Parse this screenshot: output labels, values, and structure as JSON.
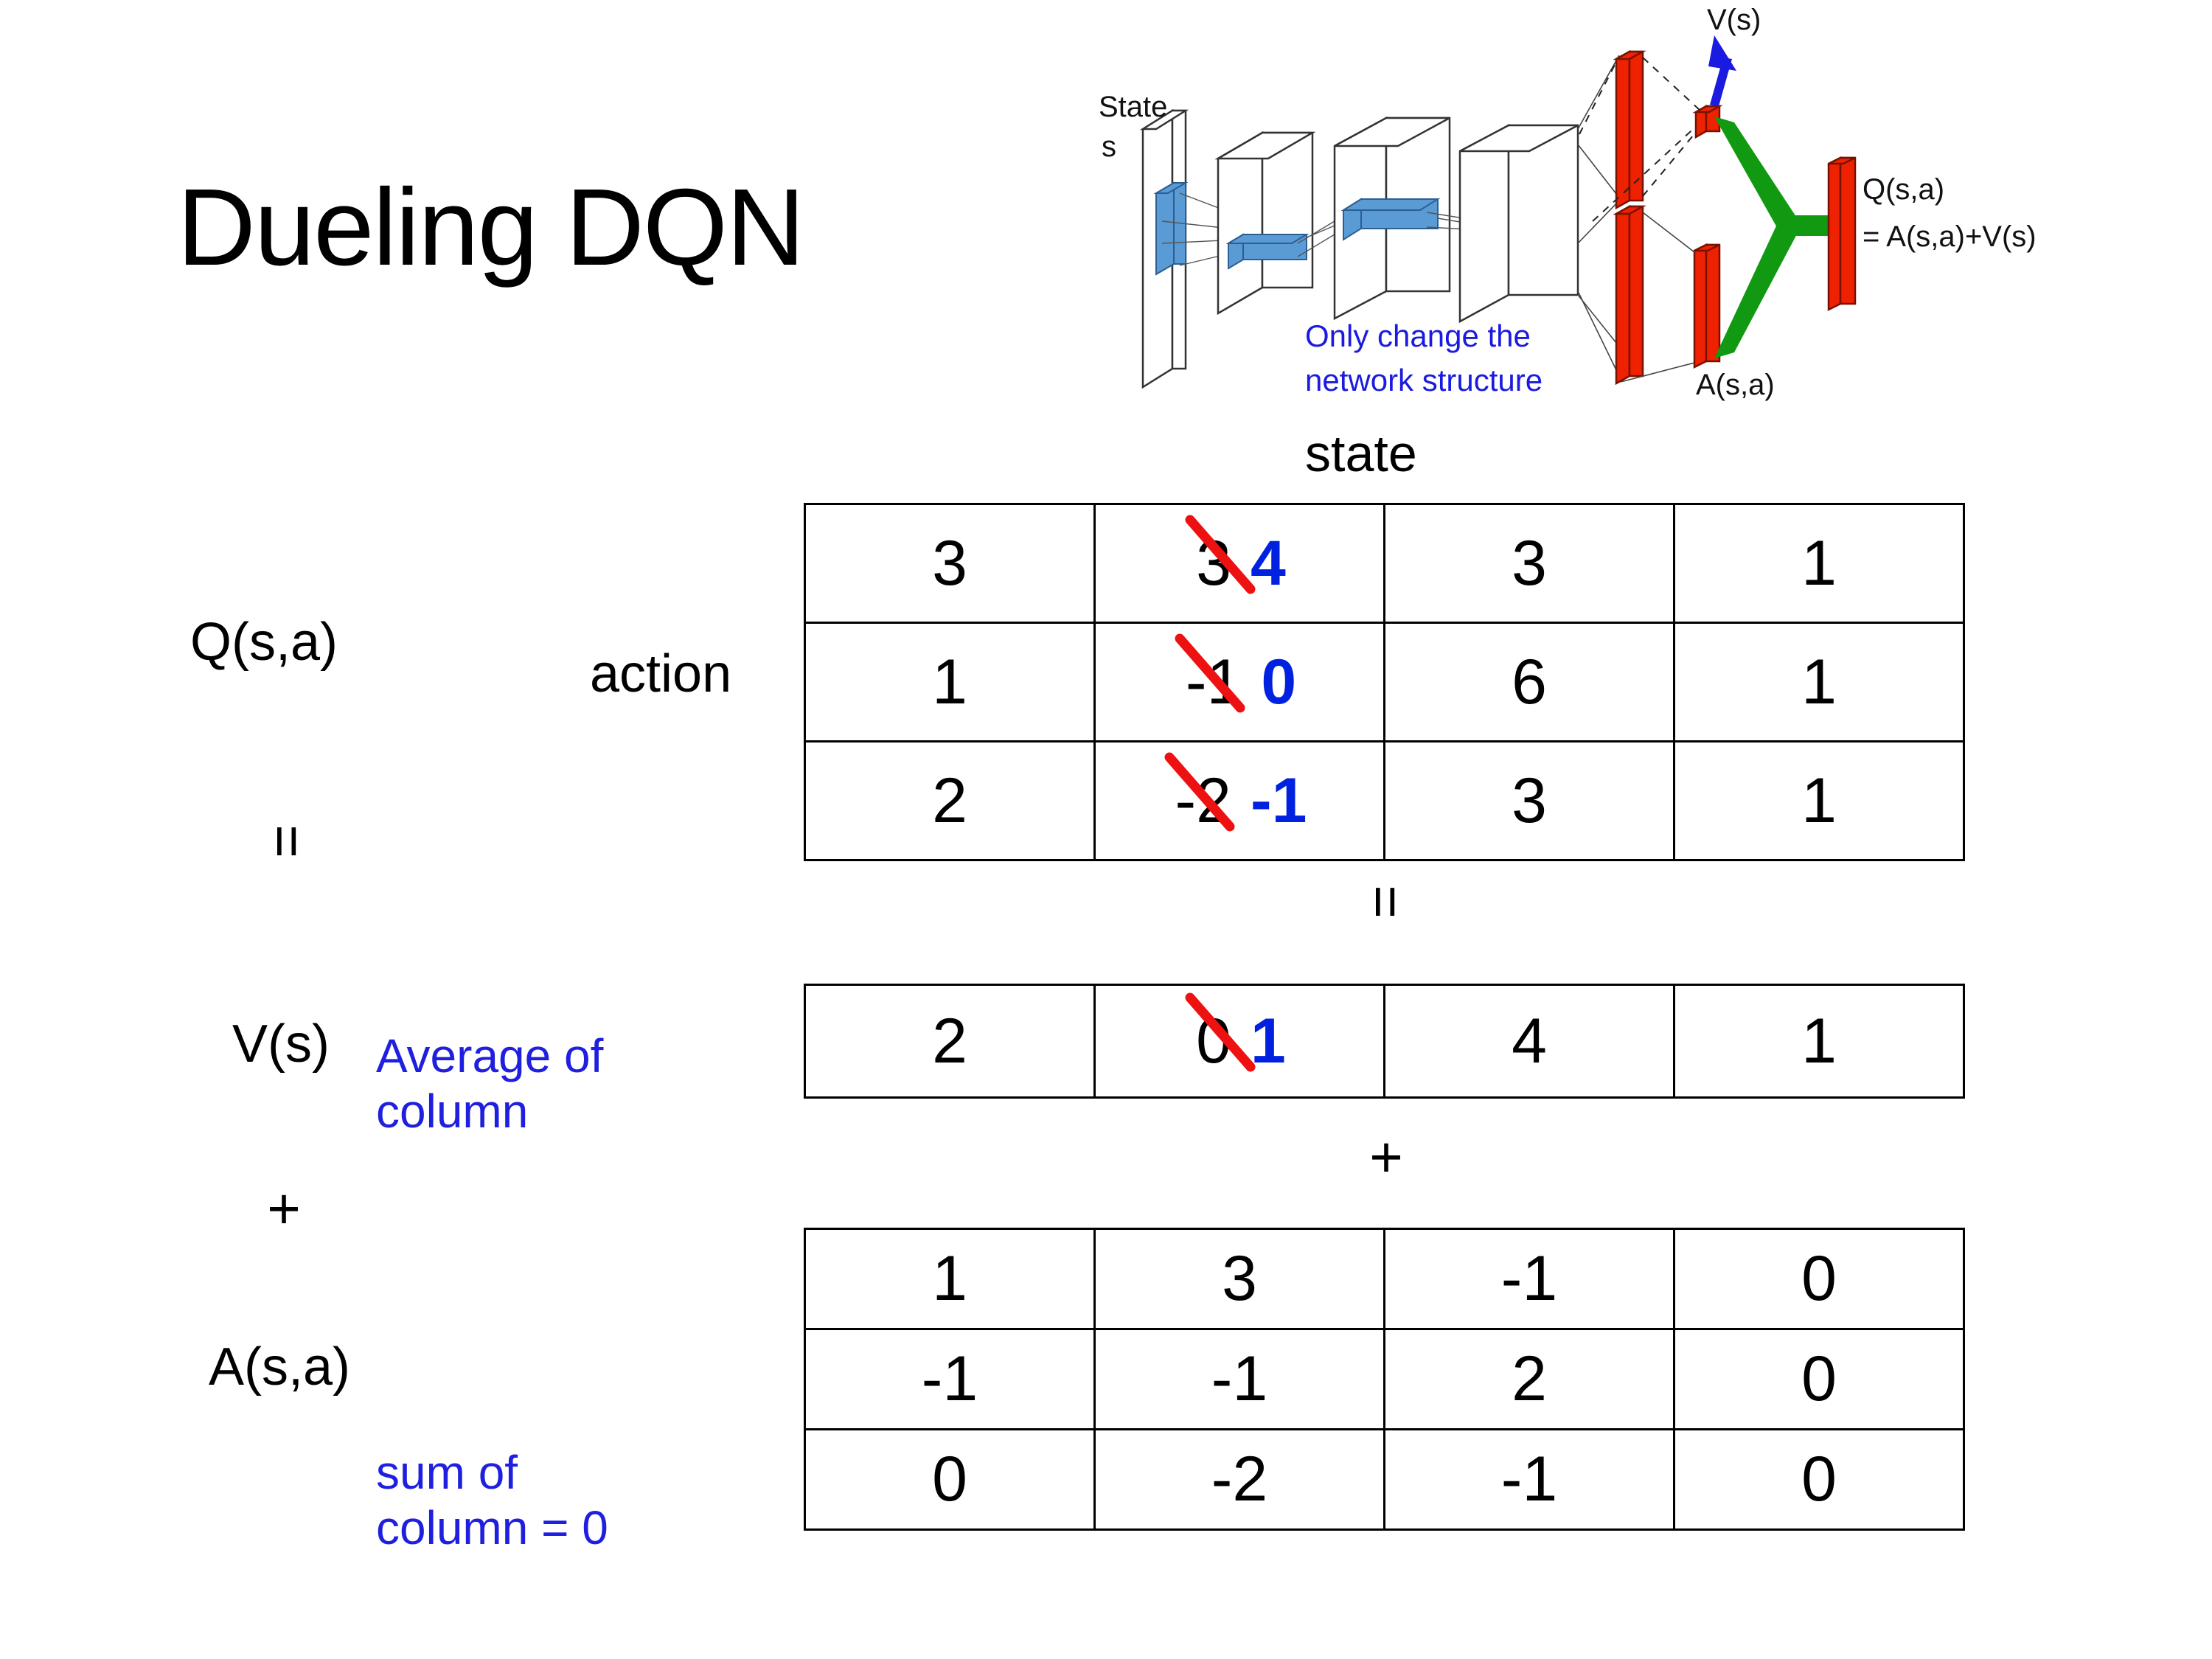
{
  "slide": {
    "title": "Dueling DQN"
  },
  "diagram": {
    "name": "dueling-dqn-architecture",
    "input_label_line1": "State",
    "input_label_line2": "s",
    "value_stream_label": "V(s)",
    "advantage_stream_label": "A(s,a)",
    "output_label_line1": "Q(s,a)",
    "output_label_line2": "= A(s,a)+V(s)",
    "note_line1": "Only change the",
    "note_line2": "network structure",
    "colors": {
      "note": "#1a1ae0",
      "arrow": "#1a1ae0",
      "bars": "#ee2200",
      "merge": "#119911",
      "conv": "#5b9bd5"
    }
  },
  "labels": {
    "state": "state",
    "action": "action",
    "q": "Q(s,a)",
    "v": "V(s)",
    "a": "A(s,a)",
    "note_average_line1": "Average of",
    "note_average_line2": "column",
    "note_sum_line1": "sum of",
    "note_sum_line2": "column = 0",
    "equals": "=",
    "plus": "+",
    "note_color": "#1f1fe0",
    "edit_color": "#0022e0",
    "strike_color": "#ee1111"
  },
  "chart_data": {
    "type": "table",
    "title": "Dueling DQN value decomposition",
    "xlabel": "state",
    "ylabel": "action",
    "tables": [
      {
        "name": "Q(s,a)",
        "rows": 3,
        "cols": 4,
        "values": [
          [
            "3",
            "3",
            "3",
            "1"
          ],
          [
            "1",
            "-1",
            "6",
            "1"
          ],
          [
            "2",
            "-2",
            "3",
            "1"
          ]
        ],
        "edits": [
          {
            "row": 0,
            "col": 1,
            "old": "3",
            "new": "4"
          },
          {
            "row": 1,
            "col": 1,
            "old": "-1",
            "new": "0"
          },
          {
            "row": 2,
            "col": 1,
            "old": "-2",
            "new": "-1"
          }
        ]
      },
      {
        "name": "V(s)",
        "rows": 1,
        "cols": 4,
        "values": [
          [
            "2",
            "0",
            "4",
            "1"
          ]
        ],
        "edits": [
          {
            "row": 0,
            "col": 1,
            "old": "0",
            "new": "1"
          }
        ]
      },
      {
        "name": "A(s,a)",
        "rows": 3,
        "cols": 4,
        "values": [
          [
            "1",
            "3",
            "-1",
            "0"
          ],
          [
            "-1",
            "-1",
            "2",
            "0"
          ],
          [
            "0",
            "-2",
            "-1",
            "0"
          ]
        ],
        "edits": []
      }
    ]
  },
  "q_table": {
    "r0": {
      "c0": "3",
      "c1_old": "3",
      "c1_new": "4",
      "c2": "3",
      "c3": "1"
    },
    "r1": {
      "c0": "1",
      "c1_old": "-1",
      "c1_new": "0",
      "c2": "6",
      "c3": "1"
    },
    "r2": {
      "c0": "2",
      "c1_old": "-2",
      "c1_new": "-1",
      "c2": "3",
      "c3": "1"
    }
  },
  "v_table": {
    "r0": {
      "c0": "2",
      "c1_old": "0",
      "c1_new": "1",
      "c2": "4",
      "c3": "1"
    }
  },
  "a_table": {
    "r0": {
      "c0": "1",
      "c1": "3",
      "c2": "-1",
      "c3": "0"
    },
    "r1": {
      "c0": "-1",
      "c1": "-1",
      "c2": "2",
      "c3": "0"
    },
    "r2": {
      "c0": "0",
      "c1": "-2",
      "c2": "-1",
      "c3": "0"
    }
  }
}
